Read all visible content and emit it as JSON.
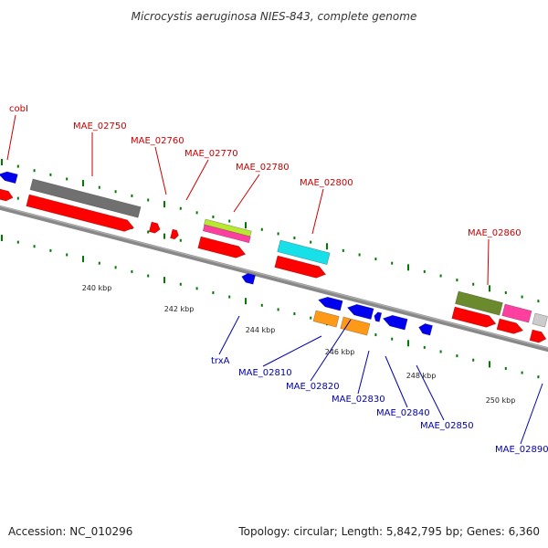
{
  "title": "Microcystis aeruginosa NIES-843, complete genome",
  "footer": {
    "accession": "Accession: NC_010296",
    "topology": "Topology: circular; Length: 5,842,795 bp; Genes: 6,360"
  },
  "colors": {
    "forward_label": "#cc0000",
    "reverse_label": "#0000aa",
    "tick": "#007a00",
    "backbone": "#888888",
    "cds": "#ff0000",
    "reverse_feature": "#0000ee",
    "gray": "#707070",
    "lime": "#b8e830",
    "magenta": "#ff3fa0",
    "cyan": "#18e0e8",
    "orange": "#ff9a18",
    "olive": "#6b8a2e",
    "lightgray": "#cccccc"
  },
  "scale_labels": [
    "240 kbp",
    "242 kbp",
    "244 kbp",
    "246 kbp",
    "248 kbp",
    "250 kbp"
  ],
  "forward_labels": [
    "cobI",
    "MAE_02750",
    "MAE_02760",
    "MAE_02770",
    "MAE_02780",
    "MAE_02800",
    "MAE_02860"
  ],
  "reverse_labels": [
    "trxA",
    "MAE_02810",
    "MAE_02820",
    "MAE_02830",
    "MAE_02840",
    "MAE_02850",
    "MAE_02890"
  ]
}
